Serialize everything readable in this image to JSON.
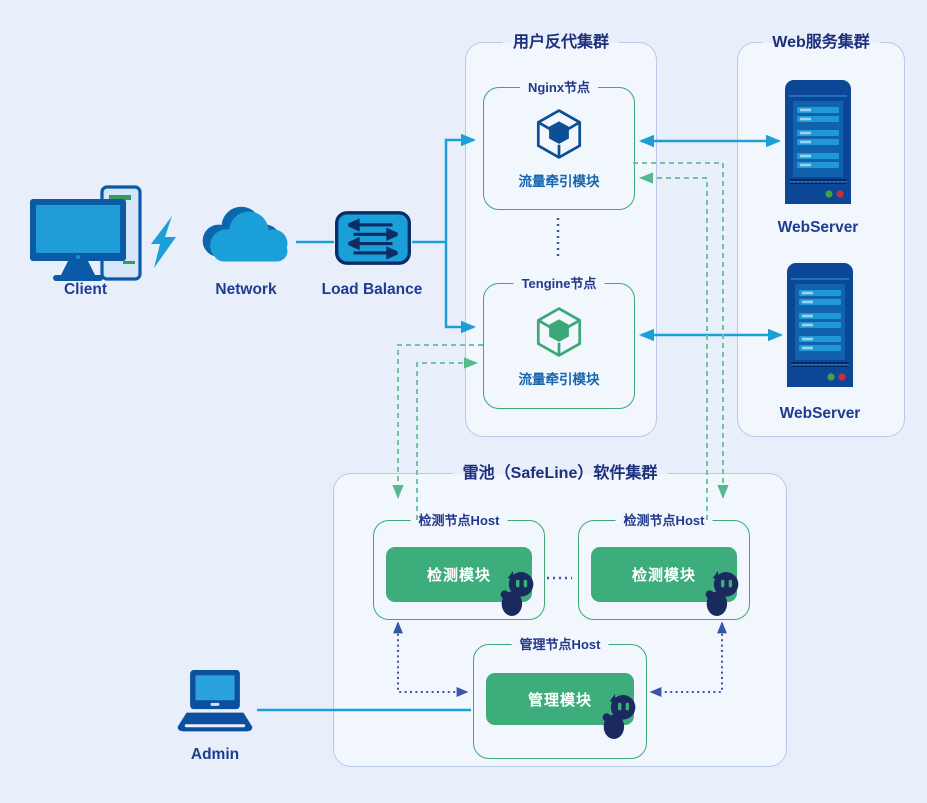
{
  "clusters": {
    "proxy": {
      "title": "用户反代集群"
    },
    "web": {
      "title": "Web服务集群"
    },
    "safeline": {
      "title": "雷池（SafeLine）软件集群"
    }
  },
  "nodes": {
    "nginx": {
      "title": "Nginx节点",
      "module": "流量牵引模块"
    },
    "tengine": {
      "title": "Tengine节点",
      "module": "流量牵引模块"
    },
    "detect1": {
      "title": "检测节点Host",
      "module": "检测模块"
    },
    "detect2": {
      "title": "检测节点Host",
      "module": "检测模块"
    },
    "manage": {
      "title": "管理节点Host",
      "module": "管理模块"
    }
  },
  "endpoints": {
    "client": "Client",
    "network": "Network",
    "load_balance": "Load Balance",
    "webserver1": "WebServer",
    "webserver2": "WebServer",
    "admin": "Admin"
  },
  "colors": {
    "accent_cyan": "#1b9fd8",
    "node_green": "#3ca877",
    "module_green": "#3ead7c",
    "dashed_green": "#6cc7a0",
    "dotted_blue": "#3d55a8",
    "navy": "#1c2f7c",
    "cluster_border": "#bac8ec",
    "cluster_fill": "#f2f6fd",
    "bg": "#e9effa"
  }
}
